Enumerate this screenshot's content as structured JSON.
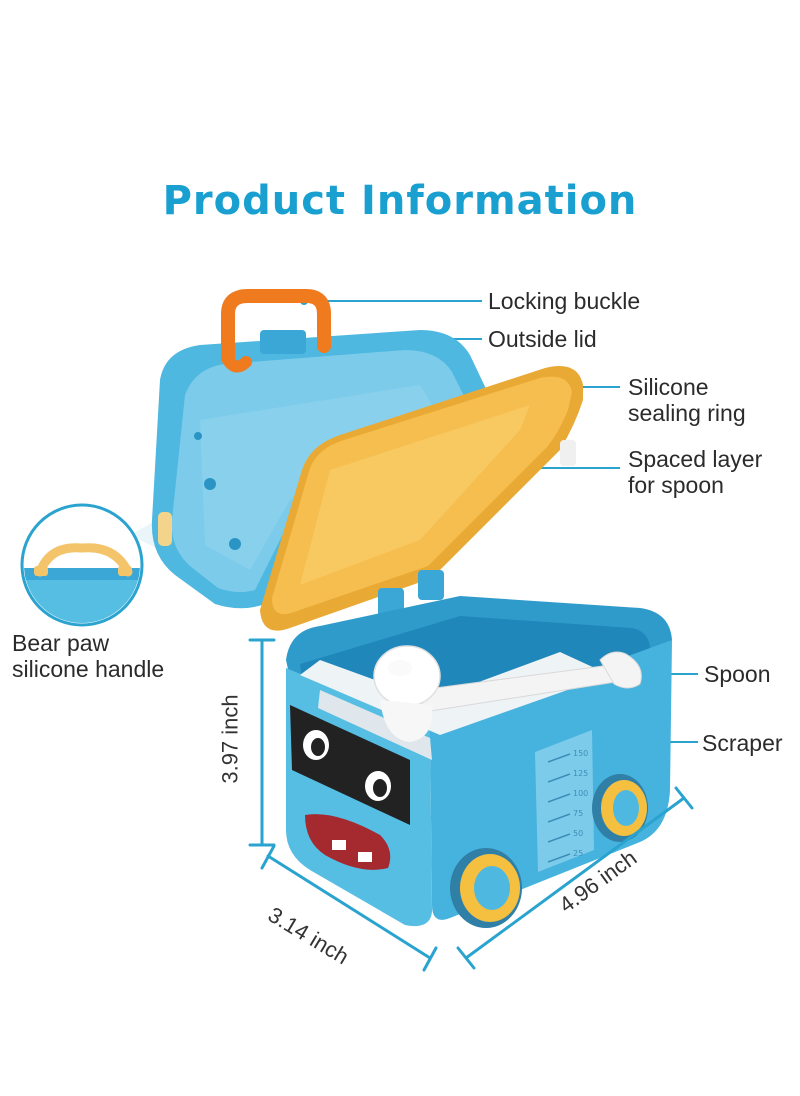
{
  "title": "Product Information",
  "callouts": {
    "locking_buckle": "Locking buckle",
    "outside_lid": "Outside lid",
    "silicone_ring_line1": "Silicone",
    "silicone_ring_line2": "sealing ring",
    "spaced_layer_line1": "Spaced layer",
    "spaced_layer_line2": "for spoon",
    "bear_paw_line1": "Bear paw",
    "bear_paw_line2": "silicone handle",
    "spoon": "Spoon",
    "scraper": "Scraper"
  },
  "dimensions": {
    "height": "3.97 inch",
    "depth": "3.14 inch",
    "width": "4.96 inch"
  },
  "colors": {
    "title": "#1aa0d0",
    "box_body": "#4fb8e0",
    "box_dark": "#2a95c4",
    "lid_inner": "#f3b84a",
    "handle": "#f07a1e",
    "wheel": "#f5c040",
    "callout_line": "#2aa3cf"
  },
  "scale_marks": [
    "150",
    "125",
    "100",
    "75",
    "50",
    "25"
  ]
}
